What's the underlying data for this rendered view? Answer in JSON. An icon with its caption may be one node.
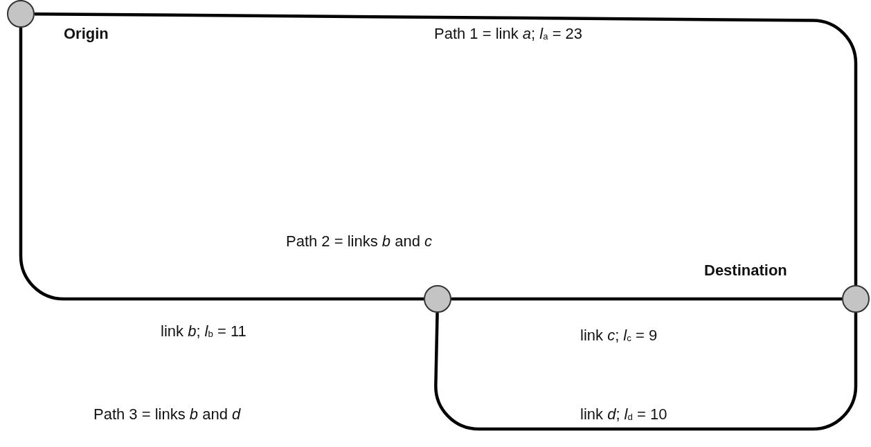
{
  "diagram": {
    "nodes": [
      {
        "text": [],
        "shape": "circle",
        "beside": [
          "Origin"
        ]
      },
      {
        "text": [],
        "shape": "circle"
      },
      {
        "text": [],
        "shape": "circle",
        "beside": [
          "Destination"
        ]
      }
    ],
    "edges": [
      {
        "from": 0,
        "to": 2,
        "arrow": "none",
        "label": "Path 1 = link *a*; *l*$_{a}$ = 23"
      },
      {
        "from": 0,
        "to": 1,
        "arrow": "none",
        "label": "link *b*; *l*$_{b}$ = 11"
      },
      {
        "from": 1,
        "to": 2,
        "arrow": "none",
        "label": "link *c*; *l*$_{c}$ = 9"
      },
      {
        "from": 1,
        "to": 2,
        "arrow": "none",
        "label": "link *d*; *l*$_{d}$ = 10"
      }
    ],
    "labels": [
      "Path 2 = links *b* and *c*",
      "Path 3 = links *b* and *d*"
    ]
  }
}
